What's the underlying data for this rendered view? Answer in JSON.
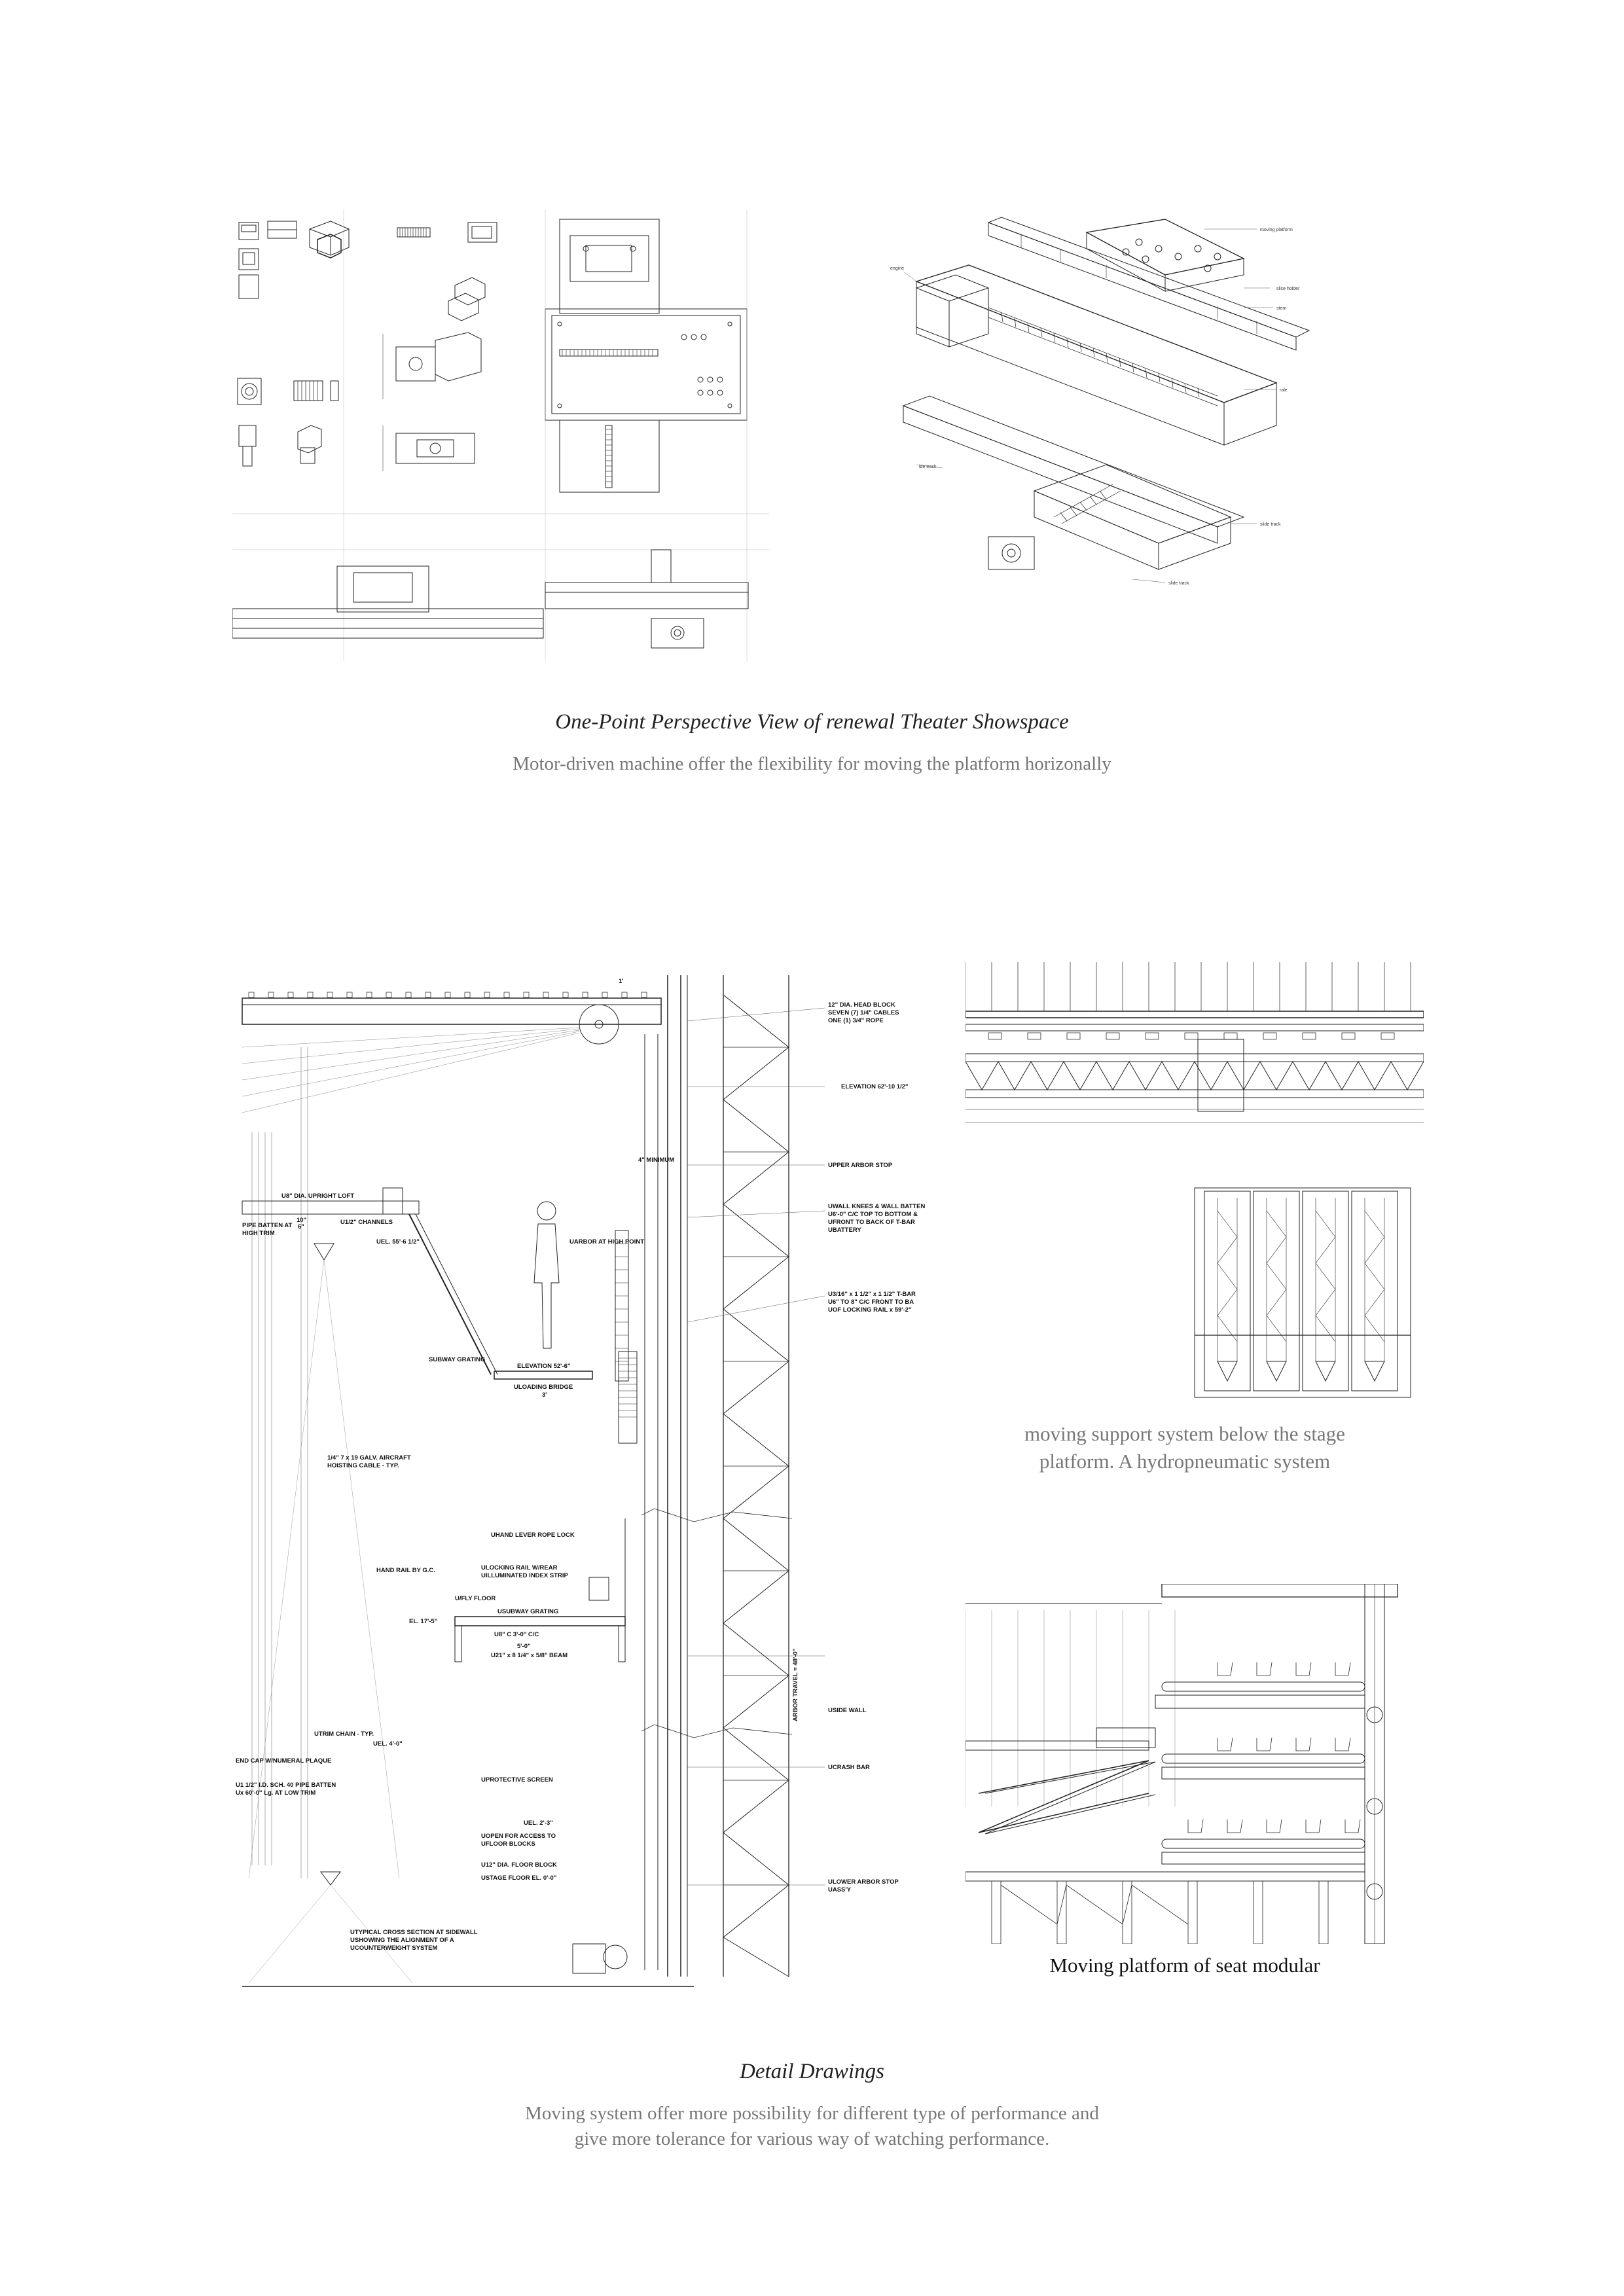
{
  "sections": {
    "top": {
      "title": "One-Point Perspective View of renewal Theater Showspace",
      "subtitle": "Motor-driven machine offer the flexibility for moving the  platform horizonally",
      "axon_labels": [
        "moving platform",
        "engine",
        "slice holder",
        "stem",
        "rale",
        "ide track",
        "slide track",
        "slide track"
      ]
    },
    "bottom": {
      "title": "Detail Drawings",
      "subtitle_line1": "Moving system offer more possibility for different type of performance and",
      "subtitle_line2": "give more tolerance for various way of watching performance.",
      "hydro_caption_line1": "moving support system below the stage",
      "hydro_caption_line2": "platform. A hydropneumatic system",
      "seat_caption": "Moving platform of seat modular",
      "section_notes": {
        "head_block": [
          "12\" DIA. HEAD BLOCK",
          "SEVEN (7) 1/4\" CABLES",
          "ONE (1) 3/4\" ROPE"
        ],
        "elevation_top": "ELEVATION 62'-10 1/2\"",
        "upper_arbor": "UPPER ARBOR STOP",
        "wall_knees": [
          "UWALL KNEES & WALL BATTEN",
          "U6'-0\" C/C TOP TO BOTTOM &",
          "UFRONT TO BACK OF T-BAR",
          "UBATTERY"
        ],
        "tbar": [
          "U3/16\" x 1 1/2\" x 1 1/2\" T-BAR",
          "U6\" TO 8\" C/C FRONT TO BA",
          "UOF LOCKING RAIL x 59'-2\""
        ],
        "minimum": "4\" MINIMUM",
        "upright_loft": "U8\" DIA. UPRIGHT LOFT",
        "pipe_batten": [
          "PIPE BATTEN AT",
          "HIGH TRIM"
        ],
        "channels": "U1/2\" CHANNELS",
        "uel_high": "UEL. 55'-6 1/2\"",
        "arbor_high": "UARBOR AT HIGH POINT",
        "subway_grating": "SUBWAY GRATING",
        "elevation_mid": "ELEVATION 52'-6\"",
        "loading_bridge": "ULOADING BRIDGE",
        "dim_3": "3'",
        "aircraft_cable": [
          "1/4\" 7 x 19 GALV. AIRCRAFT",
          "HOISTING CABLE - TYP."
        ],
        "rope_lock": "UHAND LEVER ROPE LOCK",
        "hand_rail": "HAND RAIL BY G.C.",
        "locking_rail": [
          "ULOCKING RAIL W/REAR",
          "UILLUMINATED INDEX STRIP"
        ],
        "fly_floor": "U/FLY FLOOR",
        "subway_grating2": "USUBWAY GRATING",
        "el_17": "EL. 17'-5\"",
        "u8c": "U8\" C 3'-0\" C/C",
        "dim_5": "5'-0\"",
        "beam": "U21\" x 8 1/4\" x 5/8\" BEAM",
        "arbor_travel": "ARBOR TRAVEL = 48'-0\"",
        "side_wall": "USIDE WALL",
        "trim_chain": "UTRIM CHAIN - TYP.",
        "uel_4": "UEL. 4'-0\"",
        "end_cap": "END CAP W/NUMERAL PLAQUE",
        "pipe_batten_sch": [
          "U1 1/2\" I.D. SCH. 40 PIPE BATTEN",
          "Ux 60'-0\" Lg. AT LOW TRIM"
        ],
        "protective_screen": "UPROTECTIVE SCREEN",
        "crash_bar": "UCRASH BAR",
        "uel_2": "UEL. 2'-3\"",
        "open_access": [
          "UOPEN FOR ACCESS TO",
          "UFLOOR BLOCKS"
        ],
        "floor_block": "U12\" DIA. FLOOR BLOCK",
        "stage_floor": "USTAGE FLOOR EL. 0'-0\"",
        "lower_arbor": [
          "ULOWER ARBOR STOP",
          "UASS'Y"
        ],
        "typical_section": [
          "UTYPICAL CROSS SECTION AT SIDEWALL",
          "USHOWING THE ALIGNMENT OF A",
          "UCOUNTERWEIGHT SYSTEM"
        ],
        "dim_1": "1'",
        "dim_10": "10\"",
        "dim_6": "6\""
      }
    }
  }
}
